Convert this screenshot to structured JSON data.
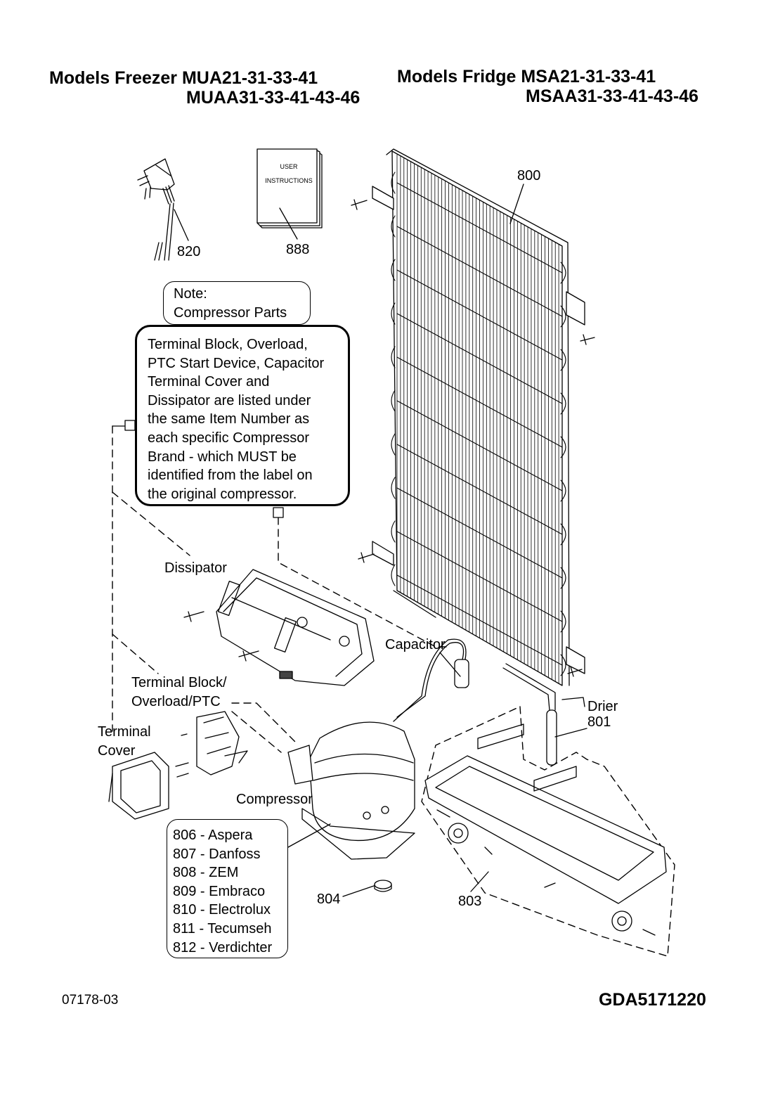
{
  "header": {
    "left_line1": "Models Freezer MUA21-31-33-41",
    "left_line2": "MUAA31-33-41-43-46",
    "right_line1": "Models Fridge MSA21-31-33-41",
    "right_line2": "MSAA31-33-41-43-46"
  },
  "booklet": {
    "line1": "USER",
    "line2": "INSTRUCTIONS"
  },
  "callouts": {
    "c820": "820",
    "c888": "888",
    "c800": "800",
    "drier": "Drier",
    "c801": "801",
    "capacitor": "Capacitor",
    "dissipator": "Dissipator",
    "terminal_block_1": "Terminal Block/",
    "terminal_block_2": "Overload/PTC",
    "terminal_cover_1": "Terminal",
    "terminal_cover_2": "Cover",
    "compressor": "Compressor",
    "c804": "804",
    "c803": "803"
  },
  "note_small": {
    "line1": "Note:",
    "line2": "Compressor Parts"
  },
  "note_big": [
    "Terminal Block, Overload,",
    "PTC Start Device, Capacitor",
    "Terminal Cover and",
    "Dissipator are listed under",
    "the same Item Number as",
    "each specific Compressor",
    "Brand - which MUST be",
    "identified from the label on",
    "the original compressor."
  ],
  "compressor_brands": [
    "806 - Aspera",
    "807 - Danfoss",
    "808 - ZEM",
    "809 - Embraco",
    "810 - Electrolux",
    "811 - Tecumseh",
    "812 - Verdichter"
  ],
  "footer": {
    "drawing_code": "07178-03",
    "doc_number": "GDA5171220"
  }
}
